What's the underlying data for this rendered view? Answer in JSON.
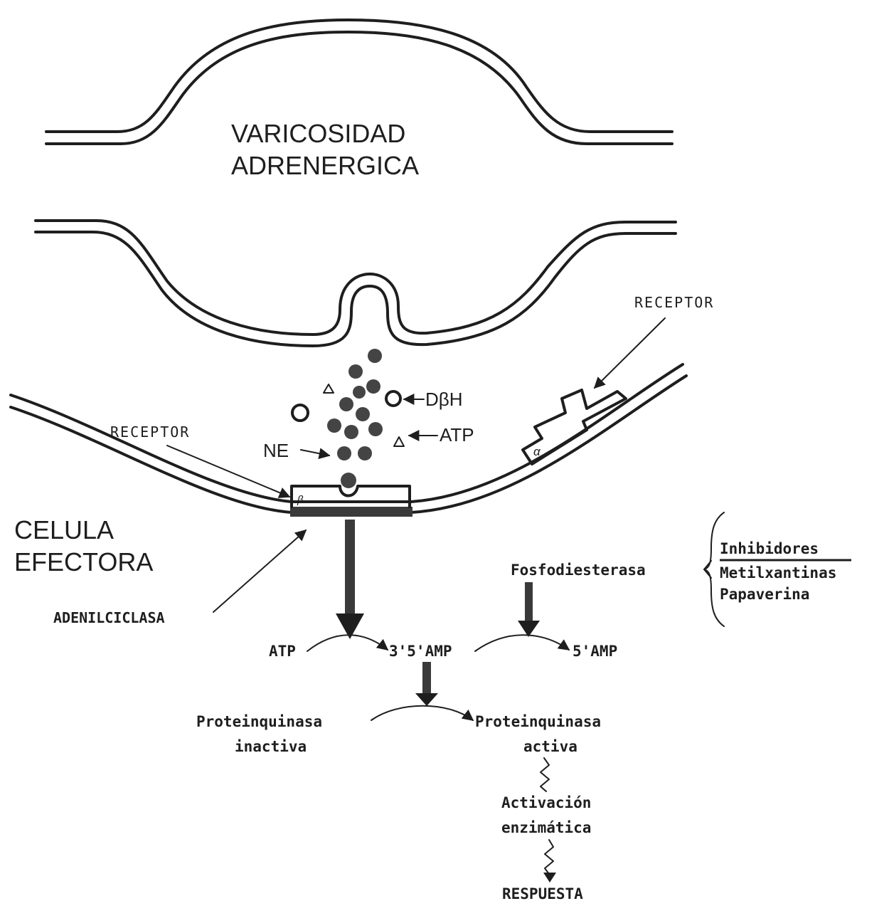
{
  "structures": {
    "varicosity_line1": "VARICOSIDAD",
    "varicosity_line2": "ADRENERGICA",
    "effector_line1": "CELULA",
    "effector_line2": "EFECTORA"
  },
  "labels": {
    "receptor_beta": "RECEPTOR",
    "receptor_alpha": "RECEPTOR",
    "beta_symbol": "β",
    "alpha_symbol": "α",
    "adenylcyclase": "ADENILCICLASA",
    "dbh": "DβH",
    "atp_granule": "ATP",
    "ne": "NE"
  },
  "pathway": {
    "atp": "ATP",
    "camp": "3'5'AMP",
    "amp5": "5'AMP",
    "phosphodiesterase": "Fosfodiesterasa",
    "inhibitors_title": "Inhibidores",
    "inhibitor_1": "Metilxantinas",
    "inhibitor_2": "Papaverina",
    "pk_inactive_1": "Proteinquinasa",
    "pk_inactive_2": "inactiva",
    "pk_active_1": "Proteinquinasa",
    "pk_active_2": "activa",
    "enz_1": "Activación",
    "enz_2": "enzimática",
    "response": "RESPUESTA"
  },
  "colors": {
    "ink": "#1e1e1e",
    "granule": "#444444",
    "adenylcyclase_band": "#3a3a3a"
  }
}
